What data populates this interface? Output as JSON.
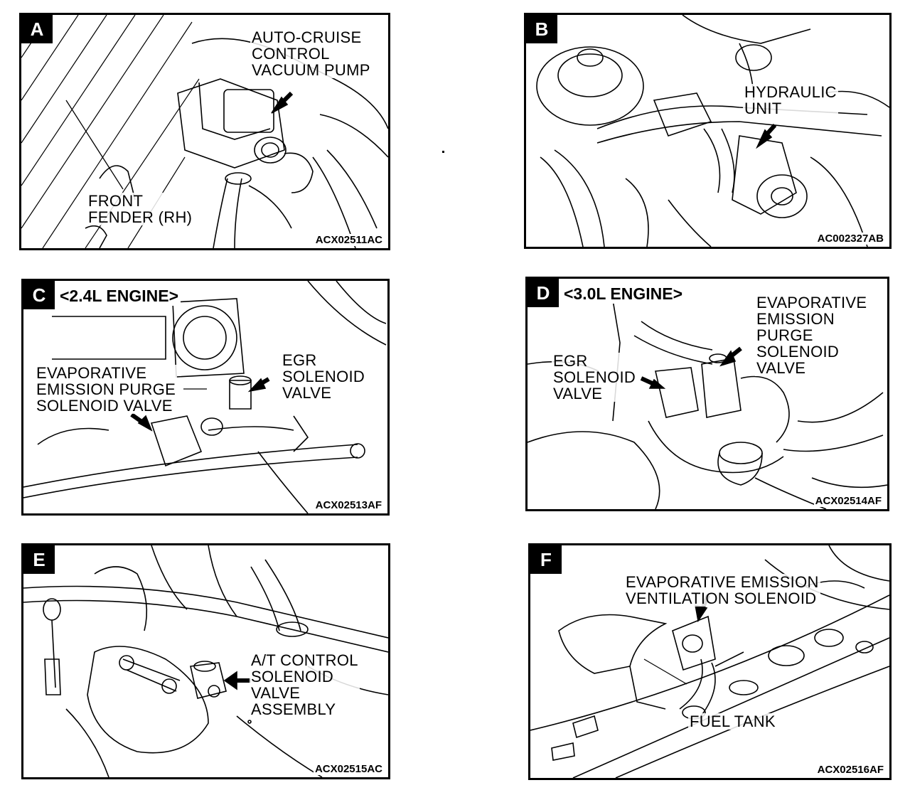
{
  "panels": {
    "a": {
      "letter": "A",
      "labels": {
        "pump": [
          "AUTO-CRUISE",
          "CONTROL",
          "VACUUM PUMP"
        ],
        "fender": [
          "FRONT",
          "FENDER (RH)"
        ]
      },
      "code": "ACX02511AC"
    },
    "b": {
      "letter": "B",
      "labels": {
        "hydraulic": [
          "HYDRAULIC",
          "UNIT"
        ]
      },
      "code": "AC002327AB"
    },
    "c": {
      "letter": "C",
      "engine": "<2.4L ENGINE>",
      "labels": {
        "purge": [
          "EVAPORATIVE",
          "EMISSION PURGE",
          "SOLENOID VALVE"
        ],
        "egr": [
          "EGR",
          "SOLENOID",
          "VALVE"
        ]
      },
      "code": "ACX02513AF"
    },
    "d": {
      "letter": "D",
      "engine": "<3.0L ENGINE>",
      "labels": {
        "purge": [
          "EVAPORATIVE",
          "EMISSION",
          "PURGE",
          "SOLENOID",
          "VALVE"
        ],
        "egr": [
          "EGR",
          "SOLENOID",
          "VALVE"
        ]
      },
      "code": "ACX02514AF"
    },
    "e": {
      "letter": "E",
      "labels": {
        "at": [
          "A/T CONTROL",
          "SOLENOID",
          "VALVE",
          "ASSEMBLY"
        ]
      },
      "code": "ACX02515AC"
    },
    "f": {
      "letter": "F",
      "labels": {
        "vent": [
          "EVAPORATIVE EMISSION",
          "VENTILATION SOLENOID"
        ],
        "tank": [
          "FUEL TANK"
        ]
      },
      "code": "ACX02516AF"
    }
  }
}
